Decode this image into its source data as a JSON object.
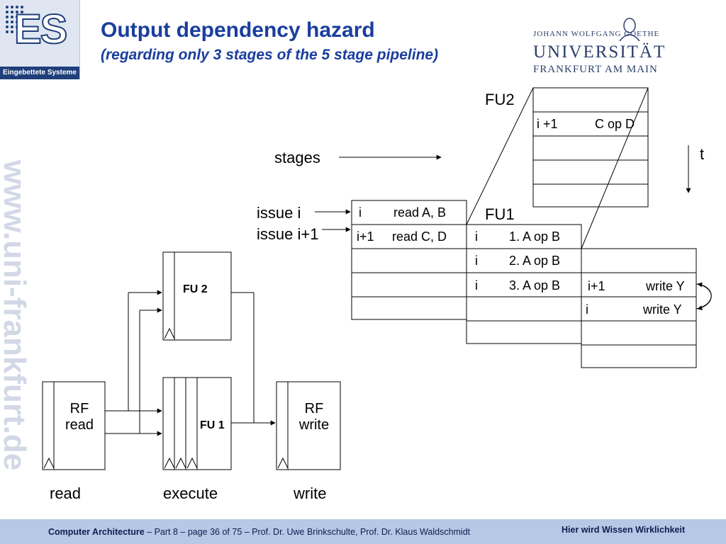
{
  "logo": {
    "text": "ES",
    "caption": "Eingebettete Systeme"
  },
  "header": {
    "title": "Output dependency hazard",
    "subtitle": "(regarding only 3 stages of the 5 stage pipeline)"
  },
  "university": {
    "line1": "JOHANN WOLFGANG GOETHE",
    "line2": "UNIVERSITÄT",
    "line3": "FRANKFURT AM MAIN"
  },
  "watermark": "www.uni-frankfurt.de",
  "diagram": {
    "stages_label": "stages",
    "t_label": "t",
    "issue_i": "issue i",
    "issue_i1": "issue i+1",
    "fu1_label": "FU1",
    "fu2_label": "FU2",
    "read_table": [
      {
        "idx": "i",
        "op": "read A, B"
      },
      {
        "idx": "i+1",
        "op": "read C, D"
      }
    ],
    "fu1_table": [
      {
        "idx": "i",
        "op": "1. A op B"
      },
      {
        "idx": "i",
        "op": "2. A op B"
      },
      {
        "idx": "i",
        "op": "3. A op B"
      }
    ],
    "fu2_table": [
      {
        "idx": "i +1",
        "op": "C op D"
      }
    ],
    "write_table": [
      {
        "idx": "i+1",
        "op": "write Y"
      },
      {
        "idx": "i",
        "op": "write Y"
      }
    ],
    "rf_read": {
      "line1": "RF",
      "line2": "read"
    },
    "rf_write": {
      "line1": "RF",
      "line2": "write"
    },
    "fu1_box": "FU 1",
    "fu2_box": "FU 2",
    "stage_read": "read",
    "stage_execute": "execute",
    "stage_write": "write"
  },
  "footer": {
    "course": "Computer Architecture",
    "details": " – Part 8 – page 36 of 75 – Prof. Dr. Uwe Brinkschulte, Prof. Dr. Klaus Waldschmidt",
    "slogan": "Hier wird Wissen Wirklichkeit"
  }
}
